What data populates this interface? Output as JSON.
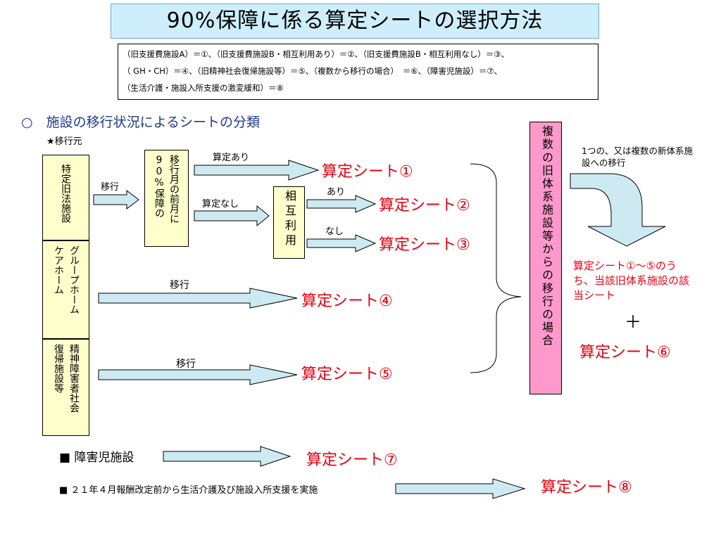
{
  "title": "90%保障に係る算定シートの選択方法",
  "legend": {
    "line1": "（旧支援費施設A）＝①、（旧支援費施設B・相互利用あり）＝②、（旧支援費施設B・相互利用なし）＝③、",
    "line2": "（ GH・CH）＝④、（旧精神社会復帰施設等）＝⑤、（複数から移行の場合）　＝⑥、（障害児施設）＝⑦、",
    "line3": "（生活介護・施設入所支援の激変緩和）＝⑧"
  },
  "section_title": "○　施設の移行状況によるシートの分類",
  "source_label": "★移行元",
  "left_boxes": {
    "tokutei": "特定旧法施設",
    "group": "グループホーム",
    "care": "ケアホーム",
    "seishin1": "精神障害者社会",
    "seishin2": "復帰施設等"
  },
  "guarantee_box": {
    "col1": "移行月の前月に",
    "col2": "90%保障の"
  },
  "mutual_box": "相互利用",
  "labels": {
    "iko": "移行",
    "santei_ari": "算定あり",
    "santei_nashi": "算定なし",
    "ari": "あり",
    "nashi": "なし",
    "iko4": "移行",
    "iko5": "移行"
  },
  "sheets": {
    "s1": "算定シート①",
    "s2": "算定シート②",
    "s3": "算定シート③",
    "s4": "算定シート④",
    "s5": "算定シート⑤",
    "s6": "算定シート⑥",
    "s7": "算定シート⑦",
    "s8": "算定シート⑧"
  },
  "pink_box": "複数の旧体系施設等からの移行の場合",
  "right_note": "1つの、又は複数の新体系施設への移行",
  "right_red_note": "算定シート①～⑤のうち、当該旧体系施設の該当シート",
  "plus": "＋",
  "bottom": {
    "item7": "■ 障害児施設",
    "item8": "■ ２１年４月報酬改定前から生活介護及び施設入所支援を実施"
  },
  "colors": {
    "arrow_fill": "#cdeaf2",
    "title_bg": "#cdeefa",
    "box_yellow": "#ffffcc",
    "box_pink": "#ff99cc",
    "sheet_red": "#e60012",
    "section_blue": "#1f3a8a"
  }
}
